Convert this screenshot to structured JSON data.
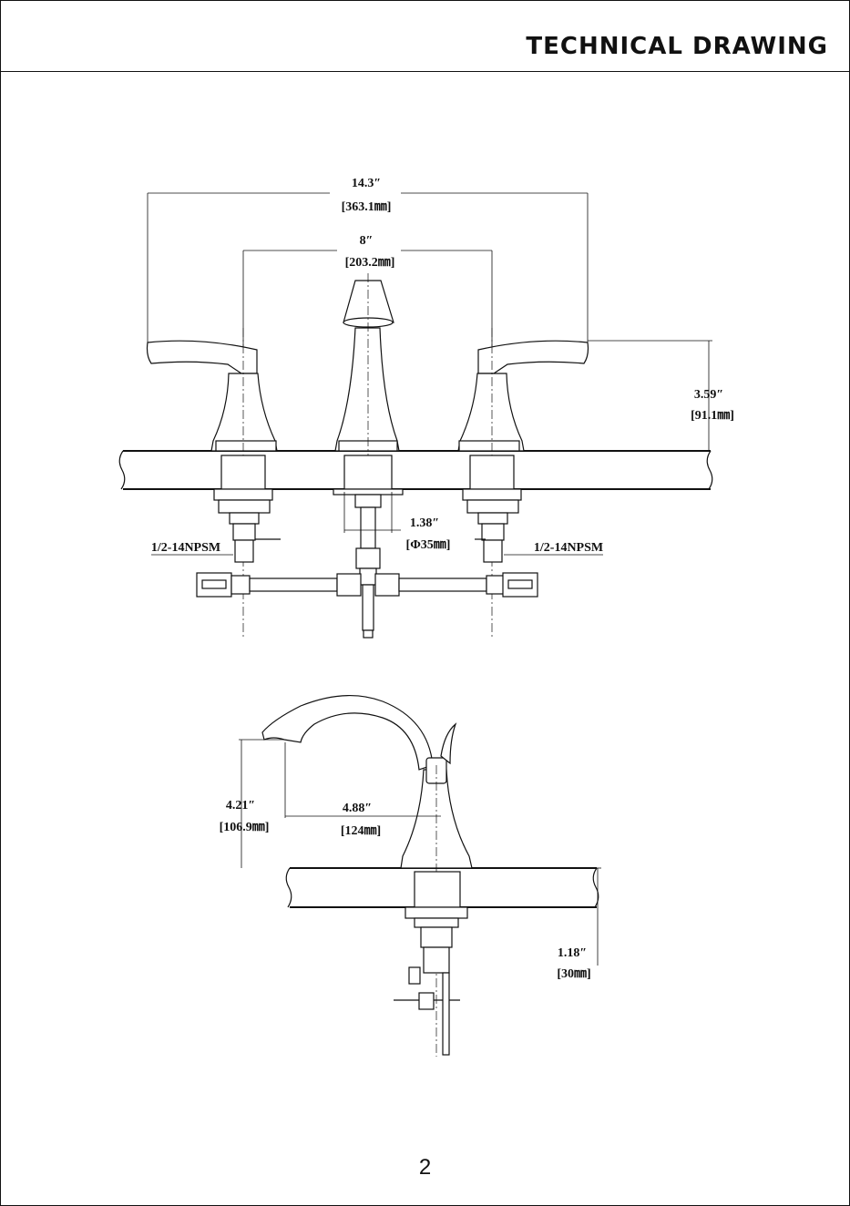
{
  "header": {
    "title": "TECHNICAL DRAWING"
  },
  "front_view": {
    "overall_width": {
      "in": "14.3″",
      "mm": "[363.1㎜]"
    },
    "center_spread": {
      "in": "8″",
      "mm": "[203.2㎜]"
    },
    "handle_height": {
      "in": "3.59″",
      "mm": "[91.1㎜]"
    },
    "hole_diameter": {
      "in": "1.38″",
      "mm": "[Φ35㎜]"
    },
    "thread_left": "1/2-14NPSM",
    "thread_right": "1/2-14NPSM"
  },
  "side_view": {
    "spout_height": {
      "in": "4.21″",
      "mm": "[106.9㎜]"
    },
    "spout_reach": {
      "in": "4.88″",
      "mm": "[124㎜]"
    },
    "deck_thickness": {
      "in": "1.18″",
      "mm": "[30㎜]"
    }
  },
  "footer": {
    "page_number": "2"
  }
}
